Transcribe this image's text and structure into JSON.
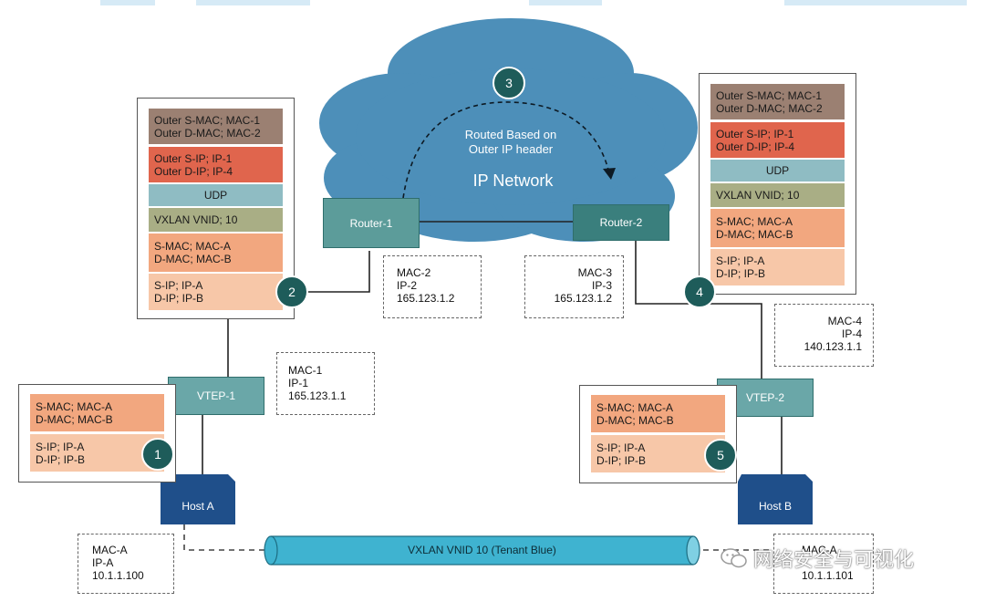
{
  "cloud": {
    "label": "IP Network",
    "note_line1": "Routed Based on",
    "note_line2": "Outer IP header",
    "badge": "3"
  },
  "routers": {
    "r1": "Router-1",
    "r2": "Router-2"
  },
  "vteps": {
    "v1": "VTEP-1",
    "v2": "VTEP-2"
  },
  "hosts": {
    "a": "Host A",
    "b": "Host B"
  },
  "tunnel": {
    "label": "VXLAN VNID 10 (Tenant Blue)"
  },
  "badges": {
    "b1": "1",
    "b2": "2",
    "b4": "4",
    "b5": "5"
  },
  "packet_left": {
    "outer_mac": [
      "Outer S-MAC; MAC-1",
      "Outer D-MAC; MAC-2"
    ],
    "outer_ip": [
      "Outer S-IP; IP-1",
      "Outer D-IP; IP-4"
    ],
    "udp": "UDP",
    "vxlan": "VXLAN VNID; 10",
    "inner_mac": [
      "S-MAC; MAC-A",
      "D-MAC; MAC-B"
    ],
    "inner_ip": [
      "S-IP; IP-A",
      "D-IP; IP-B"
    ]
  },
  "packet_right": {
    "outer_mac": [
      "Outer S-MAC; MAC-1",
      "Outer D-MAC; MAC-2"
    ],
    "outer_ip": [
      "Outer S-IP; IP-1",
      "Outer D-IP; IP-4"
    ],
    "udp": "UDP",
    "vxlan": "VXLAN VNID; 10",
    "inner_mac": [
      "S-MAC; MAC-A",
      "D-MAC; MAC-B"
    ],
    "inner_ip": [
      "S-IP; IP-A",
      "D-IP; IP-B"
    ]
  },
  "frame_host_a": {
    "mac": [
      "S-MAC; MAC-A",
      "D-MAC; MAC-B"
    ],
    "ip": [
      "S-IP; IP-A",
      "D-IP; IP-B"
    ]
  },
  "frame_host_b": {
    "mac": [
      "S-MAC; MAC-A",
      "D-MAC; MAC-B"
    ],
    "ip": [
      "S-IP; IP-A",
      "D-IP; IP-B"
    ]
  },
  "addr_router1": [
    "MAC-2",
    "IP-2",
    "165.123.1.2"
  ],
  "addr_router2": [
    "MAC-3",
    "IP-3",
    "165.123.1.2"
  ],
  "addr_vtep1": [
    "MAC-1",
    "IP-1",
    "165.123.1.1"
  ],
  "addr_vtep2": [
    "MAC-4",
    "IP-4",
    "140.123.1.1"
  ],
  "addr_host_a": [
    "MAC-A",
    "IP-A",
    "10.1.1.100"
  ],
  "addr_host_b": [
    "MAC-A",
    "10.1.1.101"
  ],
  "watermark": "网络安全与可视化"
}
